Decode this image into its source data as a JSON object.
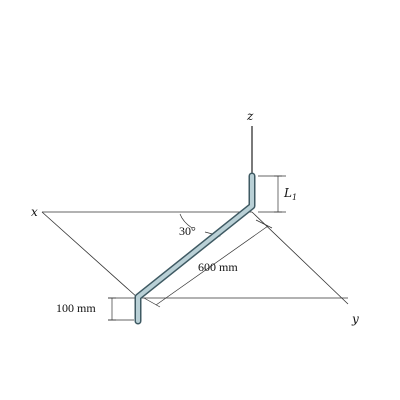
{
  "axes": {
    "x_label": "x",
    "y_label": "y",
    "z_label": "z"
  },
  "annotations": {
    "angle": "30°",
    "rod_length": "600 mm",
    "drop_length": "100 mm",
    "l1_symbol": "L",
    "l1_subscript": "1"
  },
  "colors": {
    "rod_fill": "#b9d0d6",
    "rod_edge": "#3f5a63",
    "axis_line": "#222222"
  }
}
